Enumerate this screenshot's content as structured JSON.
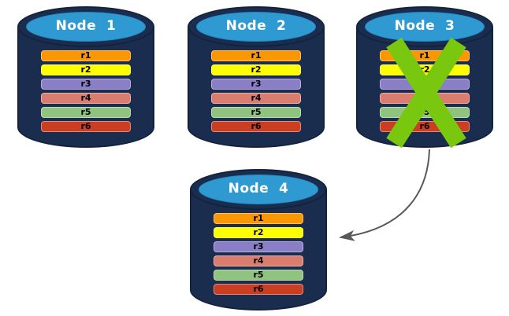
{
  "diagram": {
    "description": "Four database nodes each holding replicated records r1-r6; Node 3 is crossed out (failed) and an arrow indicates its data moving to Node 4",
    "colors": {
      "background": "#FFFFFF",
      "cylinder_body": "#1B2D4F",
      "cylinder_edge": "#13233E",
      "cylinder_top_face": "#2E9AD1",
      "node_title": "#FFFFFF",
      "record_label": "#000000",
      "failure_x": "#79C80F",
      "arrow": "#595959"
    },
    "nodes": [
      {
        "id": "node-1",
        "title": "Node  1",
        "failed": false,
        "records": [
          {
            "label": "r1",
            "color": "#FB9703"
          },
          {
            "label": "r2",
            "color": "#FEFE00"
          },
          {
            "label": "r3",
            "color": "#8A7EC6"
          },
          {
            "label": "r4",
            "color": "#DA7D6E"
          },
          {
            "label": "r5",
            "color": "#90C37F"
          },
          {
            "label": "r6",
            "color": "#CB3E22"
          }
        ]
      },
      {
        "id": "node-2",
        "title": "Node  2",
        "failed": false,
        "records": [
          {
            "label": "r1",
            "color": "#FB9703"
          },
          {
            "label": "r2",
            "color": "#FEFE00"
          },
          {
            "label": "r3",
            "color": "#8A7EC6"
          },
          {
            "label": "r4",
            "color": "#DA7D6E"
          },
          {
            "label": "r5",
            "color": "#90C37F"
          },
          {
            "label": "r6",
            "color": "#CB3E22"
          }
        ]
      },
      {
        "id": "node-3",
        "title": "Node  3",
        "failed": true,
        "records": [
          {
            "label": "r1",
            "color": "#FB9703"
          },
          {
            "label": "r2",
            "color": "#FEFE00"
          },
          {
            "label": "r3",
            "color": "#8A7EC6"
          },
          {
            "label": "r4",
            "color": "#DA7D6E"
          },
          {
            "label": "r5",
            "color": "#90C37F"
          },
          {
            "label": "r6",
            "color": "#CB3E22"
          }
        ]
      },
      {
        "id": "node-4",
        "title": "Node  4",
        "failed": false,
        "records": [
          {
            "label": "r1",
            "color": "#FB9703"
          },
          {
            "label": "r2",
            "color": "#FEFE00"
          },
          {
            "label": "r3",
            "color": "#8A7EC6"
          },
          {
            "label": "r4",
            "color": "#DA7D6E"
          },
          {
            "label": "r5",
            "color": "#90C37F"
          },
          {
            "label": "r6",
            "color": "#CB3E22"
          }
        ]
      }
    ],
    "arrow": {
      "from": "Node 3",
      "to": "Node 4"
    }
  }
}
